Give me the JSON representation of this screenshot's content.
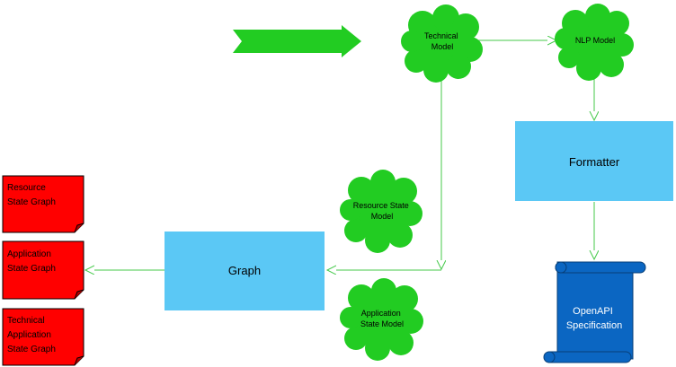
{
  "diagram": {
    "colors": {
      "arrow": "#44c94a",
      "cloud": "#22cc22",
      "box": "#5bc8f5",
      "note": "#ff0000",
      "scroll": "#0b66c2",
      "scroll_text": "#ffffff"
    },
    "nodes": {
      "technical_model": [
        "Technical",
        "Model"
      ],
      "nlp_model": [
        "NLP Model"
      ],
      "formatter": "Formatter",
      "resource_state_model": [
        "Resource State",
        "Model"
      ],
      "application_state_model": [
        "Application",
        "State Model"
      ],
      "graph": "Graph",
      "openapi_specification": [
        "OpenAPI",
        "Specification"
      ],
      "resource_state_graph": [
        "Resource",
        "State Graph"
      ],
      "application_state_graph": [
        "Application",
        "State Graph"
      ],
      "technical_application_state_graph": [
        "Technical",
        "Application",
        "State Graph"
      ]
    }
  }
}
